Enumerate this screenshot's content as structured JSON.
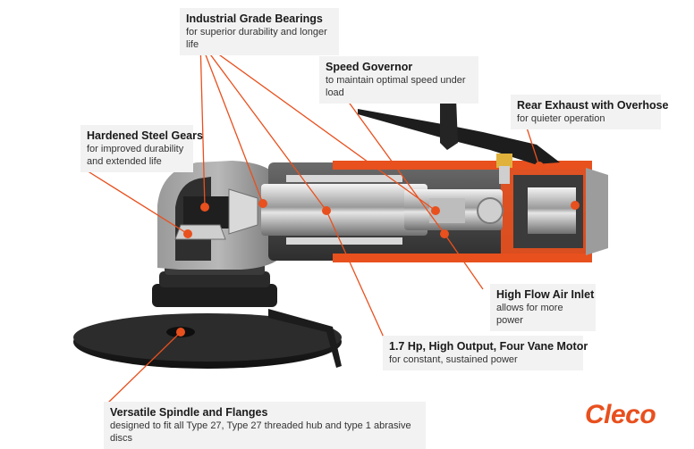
{
  "colors": {
    "accent": "#e8501e",
    "housing_dark": "#3a3a3a",
    "housing_mid": "#8a8a8a",
    "steel": "#cfcfcf",
    "callout_bg": "#f2f2f2"
  },
  "callouts": {
    "bearings": {
      "title": "Industrial Grade Bearings",
      "desc": "for superior durability and longer life"
    },
    "governor": {
      "title": "Speed Governor",
      "desc": "to maintain optimal speed under load"
    },
    "exhaust": {
      "title": "Rear Exhaust with Overhose",
      "desc": "for quieter operation"
    },
    "gears": {
      "title": "Hardened Steel Gears",
      "desc": "for improved durability and extended life"
    },
    "air_inlet": {
      "title": "High Flow Air Inlet",
      "desc": "allows for more power"
    },
    "motor": {
      "title": "1.7 Hp, High Output, Four Vane Motor",
      "desc": "for constant, sustained power"
    },
    "spindle": {
      "title": "Versatile Spindle and Flanges",
      "desc": "designed to fit all Type 27, Type 27 threaded hub and type 1 abrasive discs"
    }
  },
  "brand": {
    "logo_text": "Cleco"
  }
}
